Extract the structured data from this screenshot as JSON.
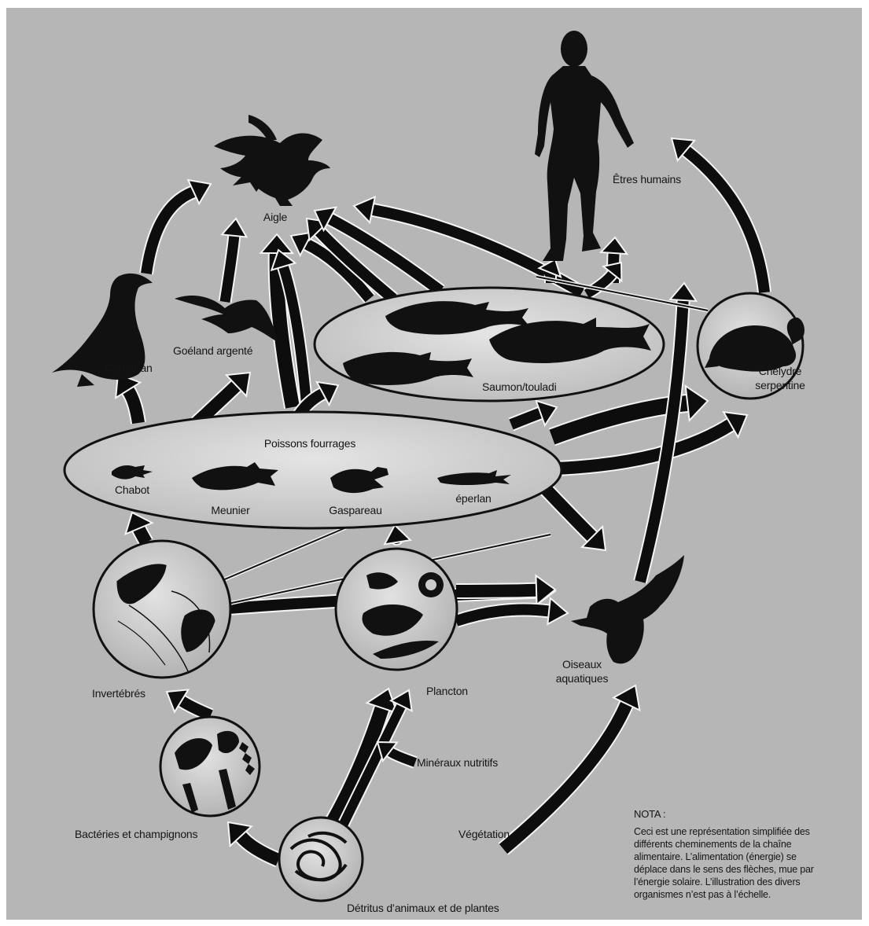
{
  "nodes": {
    "eagle": "Aigle",
    "humans": "Êtres humains",
    "cormorant": "Cormoran",
    "gull": "Goéland argenté",
    "salmon": "Saumon/touladi",
    "turtle_line1": "Chélydre",
    "turtle_line2": "serpentine",
    "forage_fish": "Poissons fourrages",
    "sculpin": "Chabot",
    "sucker": "Meunier",
    "alewife": "Gaspareau",
    "smelt": "éperlan",
    "invertebrates": "Invertébrés",
    "plankton": "Plancton",
    "waterbirds_line1": "Oiseaux",
    "waterbirds_line2": "aquatiques",
    "bacteria": "Bactéries et champignons",
    "minerals": "Minéraux nutritifs",
    "vegetation": "Végétation",
    "detritus": "Détritus d’animaux et de plantes"
  },
  "note": {
    "title": "NOTA :",
    "lines": [
      "Ceci est une représentation simplifiée des",
      "différents cheminements de la chaîne",
      "alimentaire. L’alimentation (énergie) se",
      "déplace dans le sens des flèches, mue par",
      "l’énergie solaire. L’illustration des divers",
      "organismes n’est pas à l’échelle."
    ]
  },
  "colors": {
    "background": "#b6b6b6",
    "silhouette": "#111111",
    "arrow": "#0d0d0d",
    "arrow_outline": "#f4f4f4",
    "oval_fill": "#d2d2d2"
  }
}
